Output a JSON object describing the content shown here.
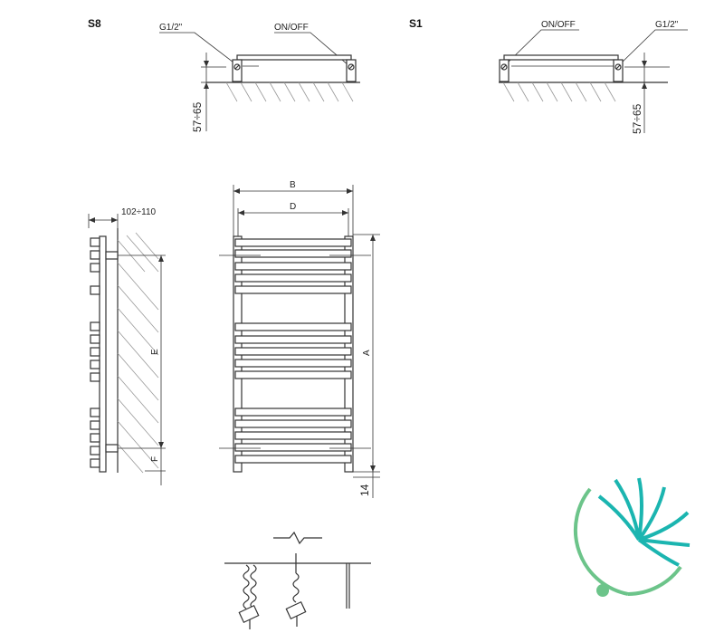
{
  "views": {
    "s8": {
      "title": "S8",
      "thread_label": "G1/2\"",
      "valve_label": "ON/OFF",
      "wall_distance": "57÷65"
    },
    "s1": {
      "title": "S1",
      "valve_label": "ON/OFF",
      "thread_label": "G1/2\"",
      "wall_distance": "57÷65"
    },
    "side_view": {
      "depth": "102÷110",
      "dim_e": "E",
      "dim_f": "F"
    },
    "front_view": {
      "dim_b": "B",
      "dim_d": "D",
      "dim_a": "A",
      "dim_bottom": "14"
    }
  },
  "logo": {
    "colors": {
      "teal": "#1bb5b0",
      "green": "#6cc48a"
    }
  },
  "icons": [
    "break-line-icon",
    "heating-element-icon",
    "plug-icon"
  ]
}
